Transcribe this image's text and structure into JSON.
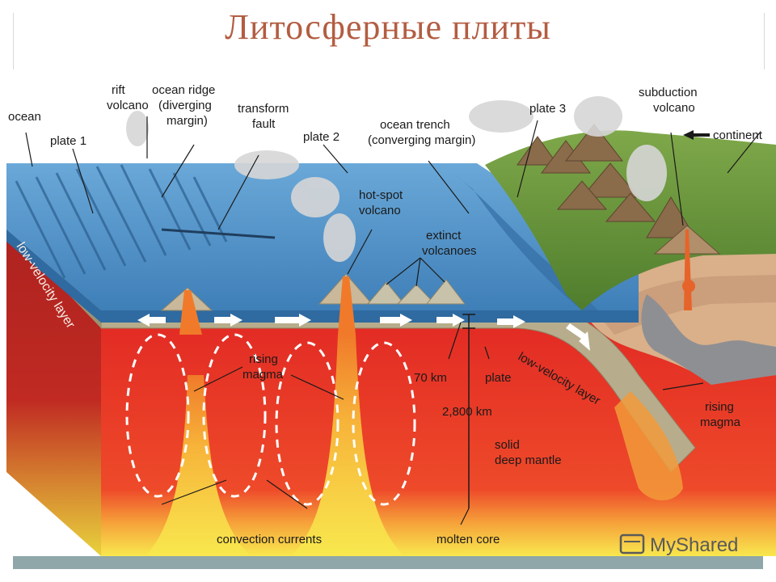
{
  "slide": {
    "title": "Литосферные плиты"
  },
  "diagram": {
    "labels": {
      "ocean": "ocean",
      "plate1": "plate 1",
      "rift_volcano_1": "rift",
      "rift_volcano_2": "volcano",
      "ocean_ridge_1": "ocean ridge",
      "ocean_ridge_2": "(diverging",
      "ocean_ridge_3": "margin)",
      "transform_fault_1": "transform",
      "transform_fault_2": "fault",
      "plate2": "plate 2",
      "ocean_trench_1": "ocean trench",
      "ocean_trench_2": "(converging margin)",
      "plate3": "plate 3",
      "subduction_volcano_1": "subduction",
      "subduction_volcano_2": "volcano",
      "continent": "continent",
      "hot_spot_1": "hot-spot",
      "hot_spot_2": "volcano",
      "extinct_1": "extinct",
      "extinct_2": "volcanoes",
      "low_velocity_left": "low-velocity layer",
      "low_velocity_right": "low-velocity layer",
      "rising_magma_left_1": "rising",
      "rising_magma_left_2": "magma",
      "depth_70": "70 km",
      "plate": "plate",
      "depth_2800": "2,800 km",
      "solid_mantle_1": "solid",
      "solid_mantle_2": "deep mantle",
      "rising_magma_right_1": "rising",
      "rising_magma_right_2": "magma",
      "convection": "convection currents",
      "molten_core": "molten core"
    },
    "watermark": "MyShared"
  },
  "colors": {
    "title": "#b35d42",
    "ocean": "#4f8fc7",
    "mantle": "#e8302a",
    "core": "#f7e94a",
    "plate": "#b7ad8c",
    "land": "#6f9a3c",
    "footer": "#8fa7a8"
  }
}
